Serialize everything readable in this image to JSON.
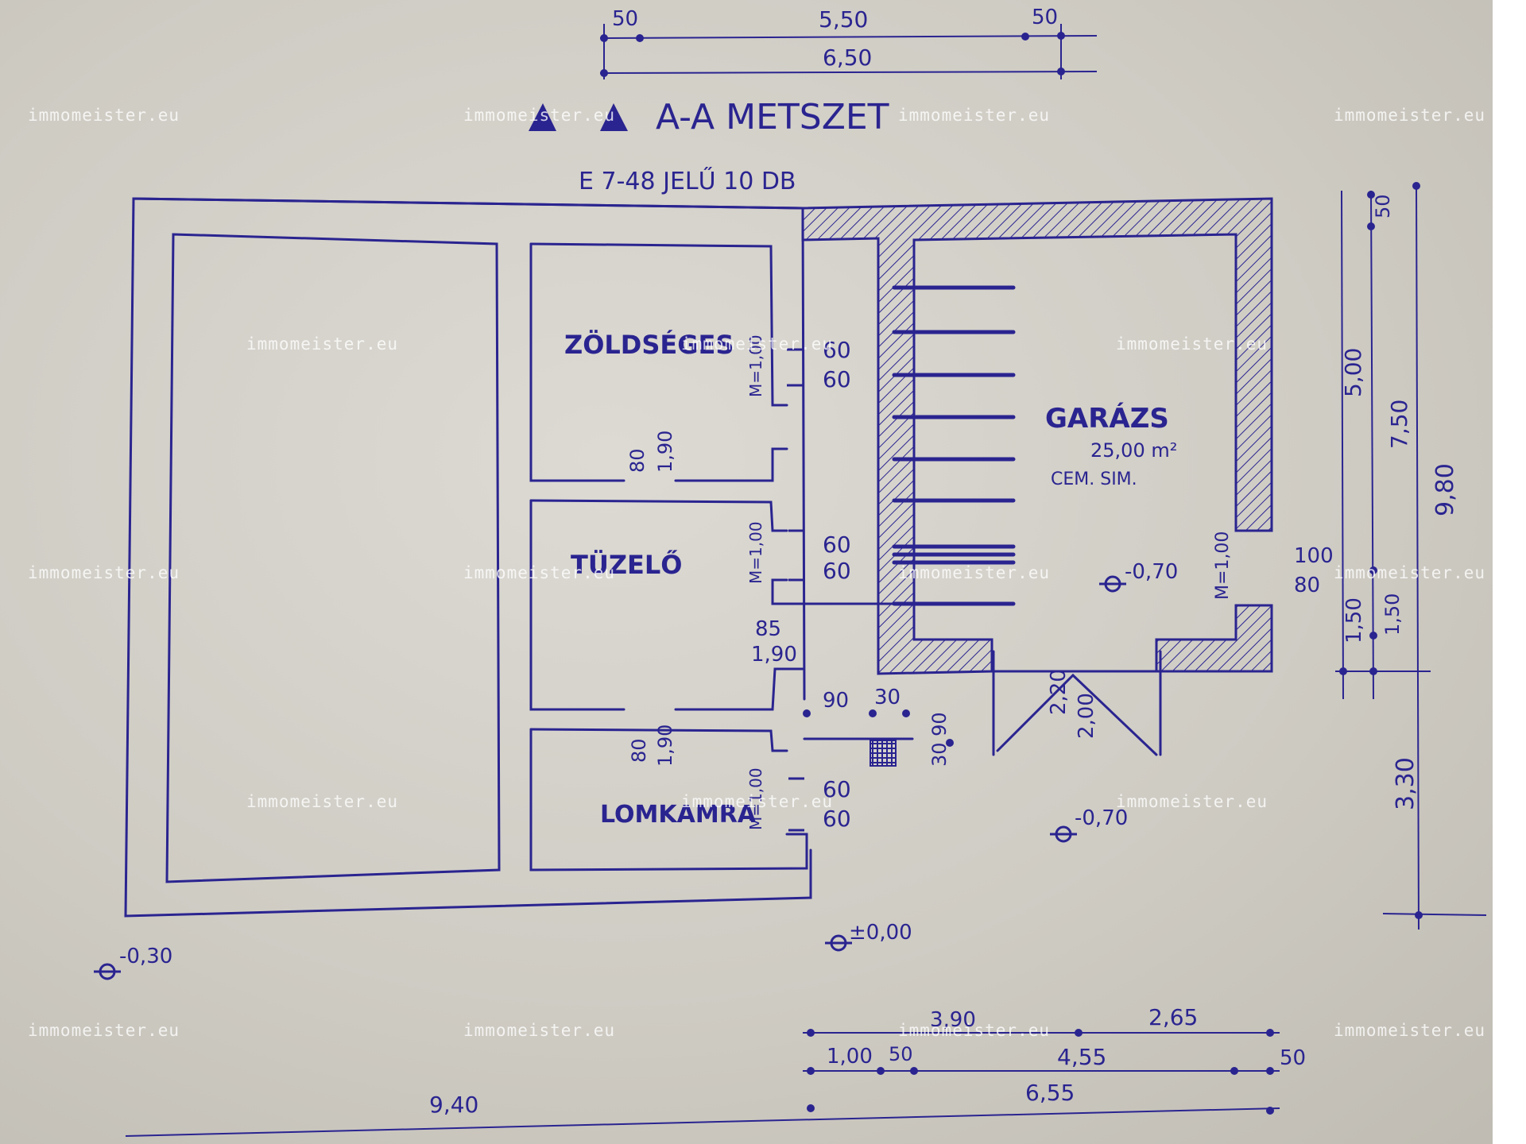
{
  "section_title": "A-A METSZET",
  "window_note": "E 7-48 JELŰ 10 DB",
  "rooms": {
    "zoldseges": "ZÖLDSÉGES",
    "tuzelo": "TÜZELŐ",
    "lomkamra": "LOMKAMRA",
    "garazs": "GARÁZS",
    "garazs_area": "25,00 m²",
    "garazs_floor": "CEM. SIM."
  },
  "dimensions": {
    "top_50_left": "50",
    "top_550": "5,50",
    "top_50_right": "50",
    "top_650": "6,50",
    "right_50": "50",
    "right_500": "5,00",
    "right_750": "7,50",
    "right_980": "9,80",
    "right_150": "1,50",
    "right_150b": "1,50",
    "right_330": "3,30",
    "bottom_390": "3,90",
    "bottom_265": "2,65",
    "bottom_100": "1,00",
    "bottom_50": "50",
    "bottom_455": "4,55",
    "bottom_50b": "50",
    "bottom_655": "6,55",
    "bottom_940": "9,40",
    "win_60_a": "60",
    "win_60_b": "60",
    "win_60_c": "60",
    "win_60_d": "60",
    "win_60_e": "60",
    "win_60_f": "60",
    "win_m100_a": "M=1,00",
    "win_m100_b": "M=1,00",
    "win_m100_c": "M=1,00",
    "door_80_a": "80",
    "door_190_a": "1,90",
    "door_85": "85",
    "door_190_b": "1,90",
    "door_80_b": "80",
    "door_190_c": "1,90",
    "pass_90": "90",
    "pass_30": "30",
    "pass_30_90": "30 90",
    "gate_220": "2,20",
    "gate_200": "2,00",
    "gar_m100": "M=1,00",
    "gar_100": "100",
    "gar_80": "80"
  },
  "levels": {
    "garage_inside": "-0,70",
    "yard": "-0,70",
    "zero": "±0,00",
    "outside_left": "-0,30"
  },
  "watermark": "immomeister.eu",
  "colors": {
    "ink": "#2a2490",
    "paper": "#d6d3cc"
  }
}
